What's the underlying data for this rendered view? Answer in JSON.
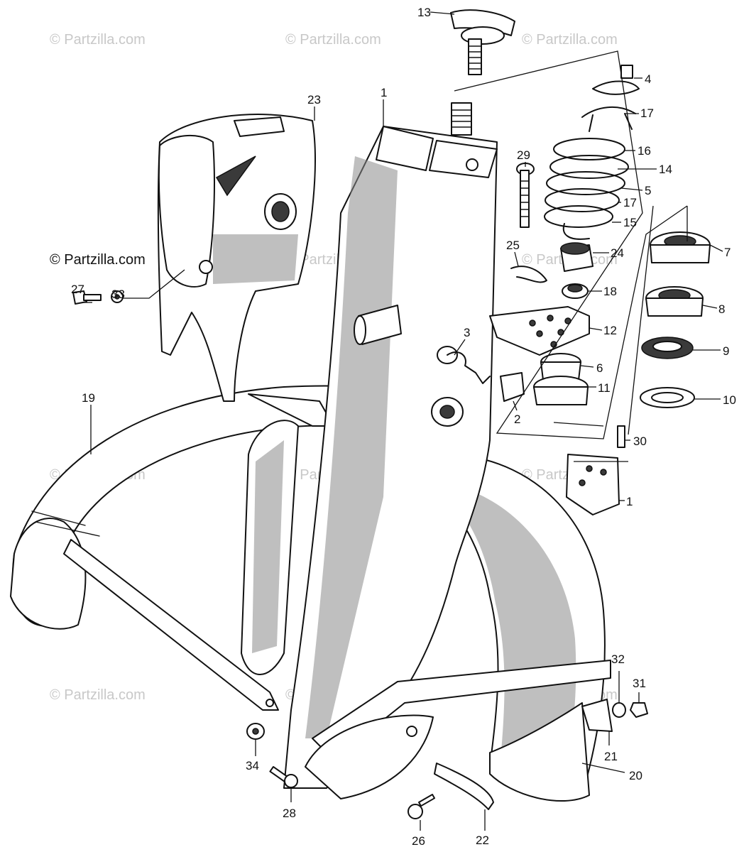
{
  "watermarks": {
    "text": "© Partzilla.com"
  },
  "callouts": [
    {
      "id": "c13",
      "label": "13"
    },
    {
      "id": "c4",
      "label": "4"
    },
    {
      "id": "c17a",
      "label": "17"
    },
    {
      "id": "c16",
      "label": "16"
    },
    {
      "id": "c14",
      "label": "14"
    },
    {
      "id": "c5",
      "label": "5"
    },
    {
      "id": "c17b",
      "label": "17"
    },
    {
      "id": "c15",
      "label": "15"
    },
    {
      "id": "c29",
      "label": "29"
    },
    {
      "id": "c23",
      "label": "23"
    },
    {
      "id": "c1a",
      "label": "1"
    },
    {
      "id": "c7",
      "label": "7"
    },
    {
      "id": "c8",
      "label": "8"
    },
    {
      "id": "c9",
      "label": "9"
    },
    {
      "id": "c10",
      "label": "10"
    },
    {
      "id": "c24",
      "label": "24"
    },
    {
      "id": "c25",
      "label": "25"
    },
    {
      "id": "c18",
      "label": "18"
    },
    {
      "id": "c12",
      "label": "12"
    },
    {
      "id": "c3",
      "label": "3"
    },
    {
      "id": "c6",
      "label": "6"
    },
    {
      "id": "c11",
      "label": "11"
    },
    {
      "id": "c2",
      "label": "2"
    },
    {
      "id": "c30",
      "label": "30"
    },
    {
      "id": "c1b",
      "label": "1"
    },
    {
      "id": "c27",
      "label": "27"
    },
    {
      "id": "c33",
      "label": "33"
    },
    {
      "id": "c19",
      "label": "19"
    },
    {
      "id": "c32",
      "label": "32"
    },
    {
      "id": "c31",
      "label": "31"
    },
    {
      "id": "c21",
      "label": "21"
    },
    {
      "id": "c20",
      "label": "20"
    },
    {
      "id": "c34",
      "label": "34"
    },
    {
      "id": "c28",
      "label": "28"
    },
    {
      "id": "c26",
      "label": "26"
    },
    {
      "id": "c22",
      "label": "22"
    }
  ]
}
